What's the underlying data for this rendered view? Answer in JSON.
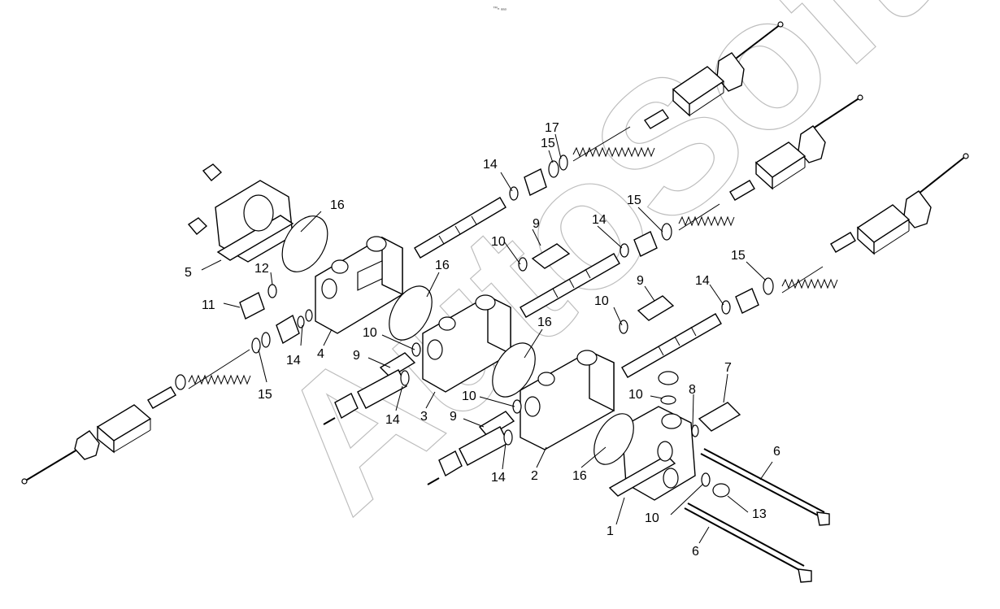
{
  "header": {
    "caption": "™ₙ ₐₐₐ"
  },
  "watermark": {
    "text": "AutoSoft"
  },
  "labels": [
    {
      "id": "l1",
      "text": "1"
    },
    {
      "id": "l2",
      "text": "2"
    },
    {
      "id": "l3",
      "text": "3"
    },
    {
      "id": "l4",
      "text": "4"
    },
    {
      "id": "l5",
      "text": "5"
    },
    {
      "id": "l6a",
      "text": "6"
    },
    {
      "id": "l6b",
      "text": "6"
    },
    {
      "id": "l7",
      "text": "7"
    },
    {
      "id": "l8",
      "text": "8"
    },
    {
      "id": "l9a",
      "text": "9"
    },
    {
      "id": "l9b",
      "text": "9"
    },
    {
      "id": "l9c",
      "text": "9"
    },
    {
      "id": "l9d",
      "text": "9"
    },
    {
      "id": "l10a",
      "text": "10"
    },
    {
      "id": "l10b",
      "text": "10"
    },
    {
      "id": "l10c",
      "text": "10"
    },
    {
      "id": "l10d",
      "text": "10"
    },
    {
      "id": "l10e",
      "text": "10"
    },
    {
      "id": "l10f",
      "text": "10"
    },
    {
      "id": "l11",
      "text": "11"
    },
    {
      "id": "l12",
      "text": "12"
    },
    {
      "id": "l13",
      "text": "13"
    },
    {
      "id": "l14a",
      "text": "14"
    },
    {
      "id": "l14b",
      "text": "14"
    },
    {
      "id": "l14c",
      "text": "14"
    },
    {
      "id": "l14d",
      "text": "14"
    },
    {
      "id": "l14e",
      "text": "14"
    },
    {
      "id": "l14f",
      "text": "14"
    },
    {
      "id": "l15a",
      "text": "15"
    },
    {
      "id": "l15b",
      "text": "15"
    },
    {
      "id": "l15c",
      "text": "15"
    },
    {
      "id": "l15d",
      "text": "15"
    },
    {
      "id": "l16a",
      "text": "16"
    },
    {
      "id": "l16b",
      "text": "16"
    },
    {
      "id": "l16c",
      "text": "16"
    },
    {
      "id": "l16d",
      "text": "16"
    },
    {
      "id": "l17",
      "text": "17"
    }
  ]
}
